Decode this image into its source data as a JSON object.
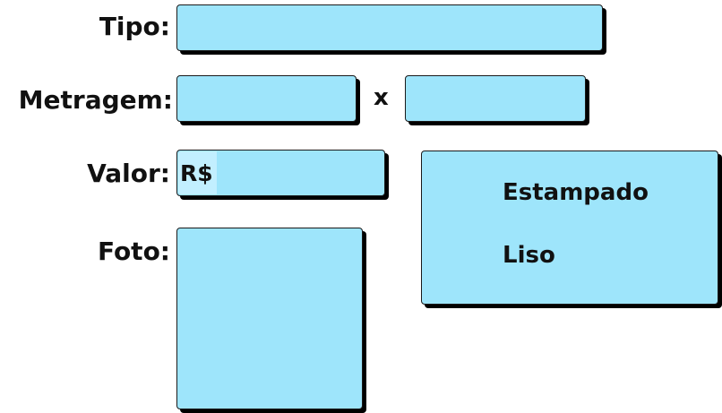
{
  "form": {
    "tipo": {
      "label": "Tipo:",
      "value": ""
    },
    "metragem": {
      "label": "Metragem:",
      "width_value": "",
      "separator": "x",
      "height_value": ""
    },
    "valor": {
      "label": "Valor:",
      "prefix": "R$",
      "value": ""
    },
    "foto": {
      "label": "Foto:"
    },
    "pattern": {
      "options": [
        "Estampado",
        "Liso"
      ]
    }
  },
  "colors": {
    "field_fill": "#9ee5fb",
    "prefix_fill": "#c2efff",
    "border": "#1a1a1a",
    "shadow": "#000000"
  }
}
